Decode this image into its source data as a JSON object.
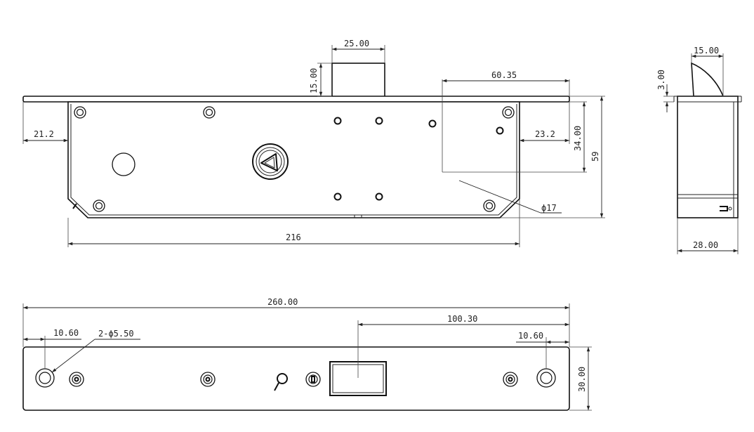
{
  "dimensions": {
    "front": {
      "bolt_width": "25.00",
      "bolt_height": "15.00",
      "right_hole_offset": "60.35",
      "left_offset": "21.2",
      "right_offset": "23.2",
      "hole_height": "34.00",
      "total_height": "59",
      "hole_diameter": "ϕ17",
      "body_length": "216"
    },
    "side": {
      "bolt_width": "15.00",
      "bolt_height": "3.00",
      "body_width": "28.00"
    },
    "faceplate": {
      "total_length": "260.00",
      "bolt_offset": "100.30",
      "left_hole_offset": "10.60",
      "screw_holes": "2-ϕ5.50",
      "right_hole_offset": "10.60",
      "plate_height": "30.00"
    }
  }
}
